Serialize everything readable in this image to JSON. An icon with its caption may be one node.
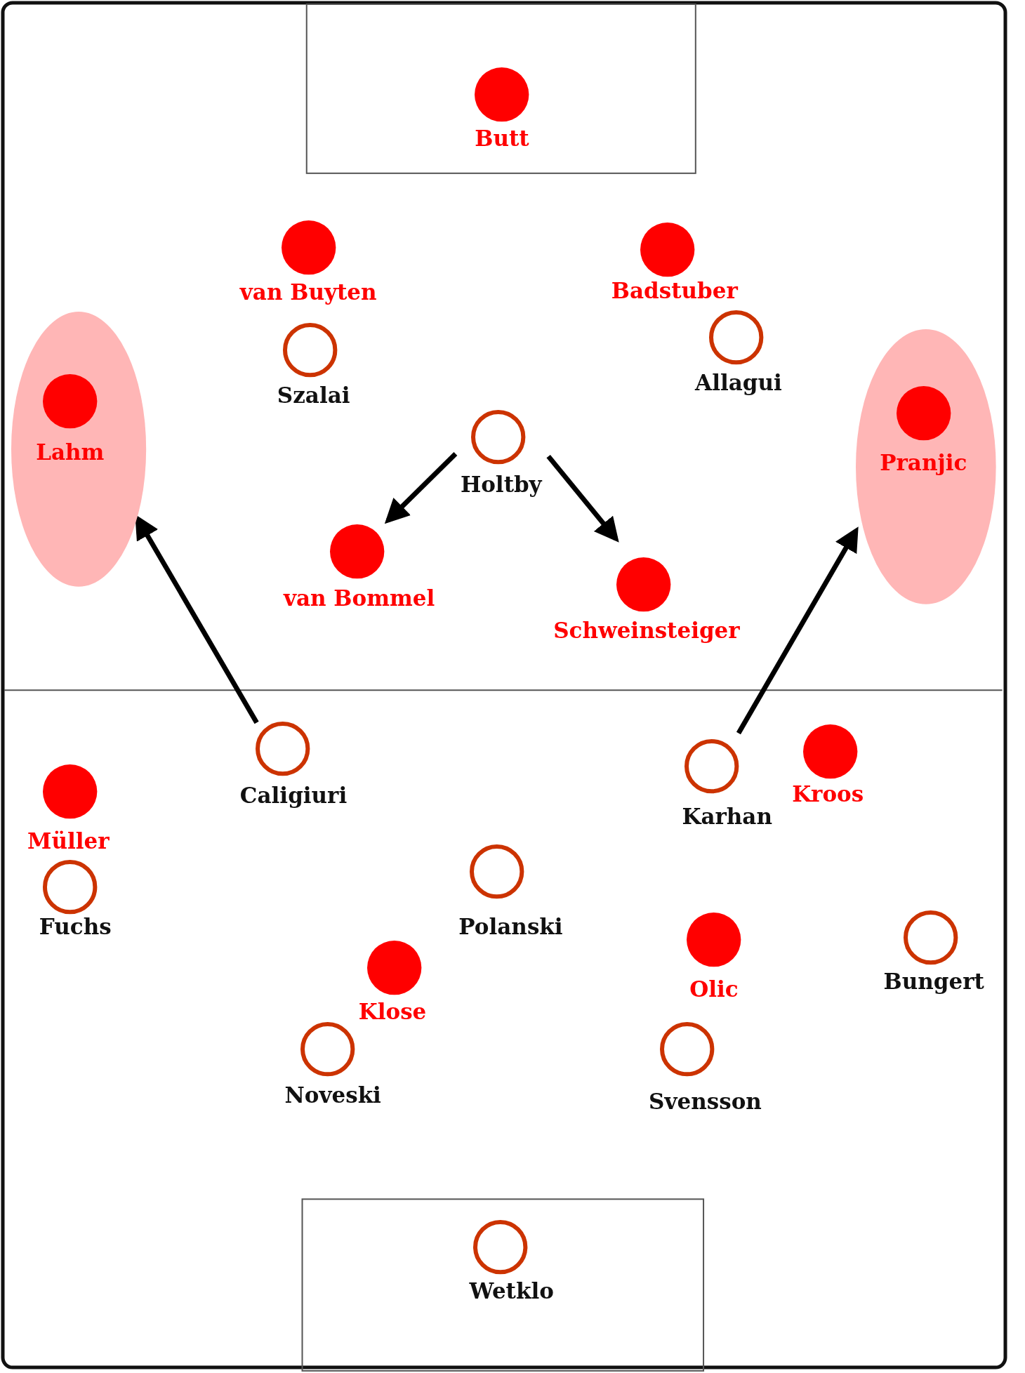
{
  "diagram": {
    "nodes": [
      {
        "text": [
          "Butt"
        ]
      },
      {
        "text": [
          "van Buyten"
        ]
      },
      {
        "text": [
          "Badstuber"
        ]
      },
      {
        "text": [
          "Szalai"
        ]
      },
      {
        "text": [
          "Allagui"
        ]
      },
      {
        "text": [],
        "shape": "ellipse"
      },
      {
        "text": [
          "Lahm"
        ],
        "in": 5
      },
      {
        "text": [],
        "shape": "ellipse"
      },
      {
        "text": [
          "Pranjic"
        ],
        "in": 7
      },
      {
        "text": [
          "Holtby"
        ]
      },
      {
        "text": [
          "van Bommel"
        ]
      },
      {
        "text": [
          "Schweinsteiger"
        ]
      },
      {
        "text": [
          "Caligiuri"
        ]
      },
      {
        "text": [
          "Karhan"
        ]
      },
      {
        "text": [
          "Kroos"
        ]
      },
      {
        "text": [
          "Müller"
        ]
      },
      {
        "text": [
          "Fuchs"
        ]
      },
      {
        "text": [
          "Polanski"
        ]
      },
      {
        "text": [
          "Olic"
        ]
      },
      {
        "text": [
          "Bungert"
        ]
      },
      {
        "text": [
          "Klose"
        ]
      },
      {
        "text": [
          "Noveski"
        ]
      },
      {
        "text": [
          "Svensson"
        ]
      },
      {
        "text": [
          "Wetklo"
        ]
      }
    ],
    "edges": [
      {
        "from": 9,
        "to": 10,
        "arrow": "to"
      },
      {
        "from": 9,
        "to": 11,
        "arrow": "to"
      },
      {
        "from": 12,
        "to": 5,
        "arrow": "to"
      },
      {
        "from": 13,
        "to": 7,
        "arrow": "to"
      }
    ]
  }
}
